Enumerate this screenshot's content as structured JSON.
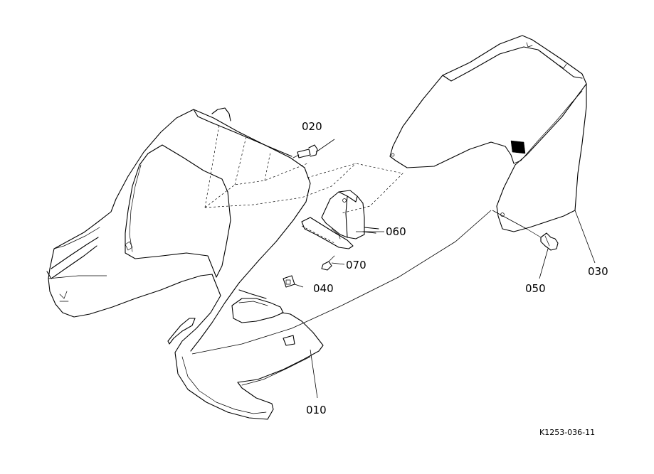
{
  "parts": [
    {
      "id": "p010",
      "label": "010"
    },
    {
      "id": "p020",
      "label": "020"
    },
    {
      "id": "p030",
      "label": "030"
    },
    {
      "id": "p040",
      "label": "040"
    },
    {
      "id": "p050",
      "label": "050"
    },
    {
      "id": "p060",
      "label": "060"
    },
    {
      "id": "p070",
      "label": "070"
    }
  ],
  "drawing_number": "K1253-036-11",
  "colors": {
    "ink": "#000000",
    "background": "#ffffff"
  }
}
